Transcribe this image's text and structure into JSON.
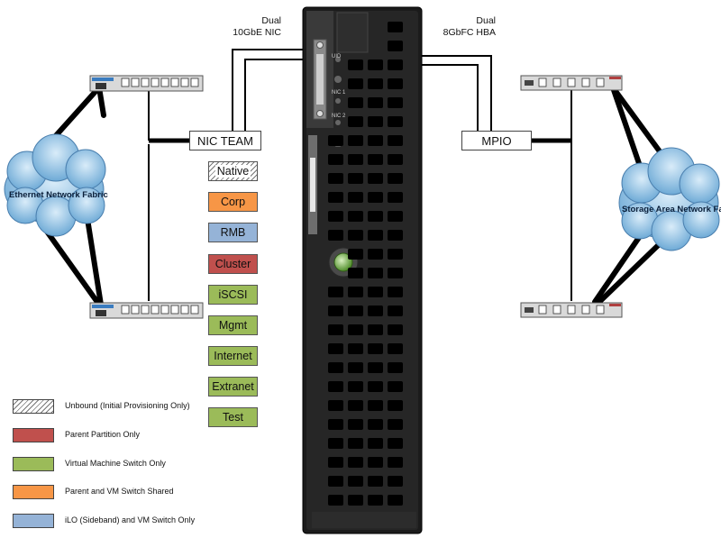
{
  "labels": {
    "nic_top": {
      "line1": "Dual",
      "line2": "10GbE NIC"
    },
    "hba_top": {
      "line1": "Dual",
      "line2": "8GbFC HBA"
    },
    "nic_team": "NIC TEAM",
    "mpio": "MPIO",
    "ethernet_cloud": "Ethernet Network Fabric",
    "san_cloud": "Storage Area Network Fabric",
    "server_uid": "UID",
    "server_nic1": "NIC 1",
    "server_nic2": "NIC 2"
  },
  "vlans": [
    {
      "label": "Native",
      "style": "hatch"
    },
    {
      "label": "Corp",
      "color": "#f79646"
    },
    {
      "label": "RMB",
      "color": "#95b3d7"
    },
    {
      "label": "Cluster",
      "color": "#c0504d"
    },
    {
      "label": "iSCSI",
      "color": "#9bbb59"
    },
    {
      "label": "Mgmt",
      "color": "#9bbb59"
    },
    {
      "label": "Internet",
      "color": "#9bbb59"
    },
    {
      "label": "Extranet",
      "color": "#9bbb59"
    },
    {
      "label": "Test",
      "color": "#9bbb59"
    }
  ],
  "legend": [
    {
      "label": "Unbound (Initial Provisioning Only)",
      "style": "hatch"
    },
    {
      "label": "Parent Partition Only",
      "color": "#c0504d"
    },
    {
      "label": "Virtual Machine Switch Only",
      "color": "#9bbb59"
    },
    {
      "label": "Parent and VM Switch Shared",
      "color": "#f79646"
    },
    {
      "label": "iLO (Sideband) and VM Switch Only",
      "color": "#95b3d7"
    }
  ],
  "colors": {
    "server": "#1c1c1c",
    "cloud": "#8ec2e6",
    "line": "#000000"
  },
  "icons": [
    "ethernet-switch-icon",
    "fc-switch-icon",
    "cloud-icon",
    "blade-server-icon",
    "power-button-icon"
  ]
}
